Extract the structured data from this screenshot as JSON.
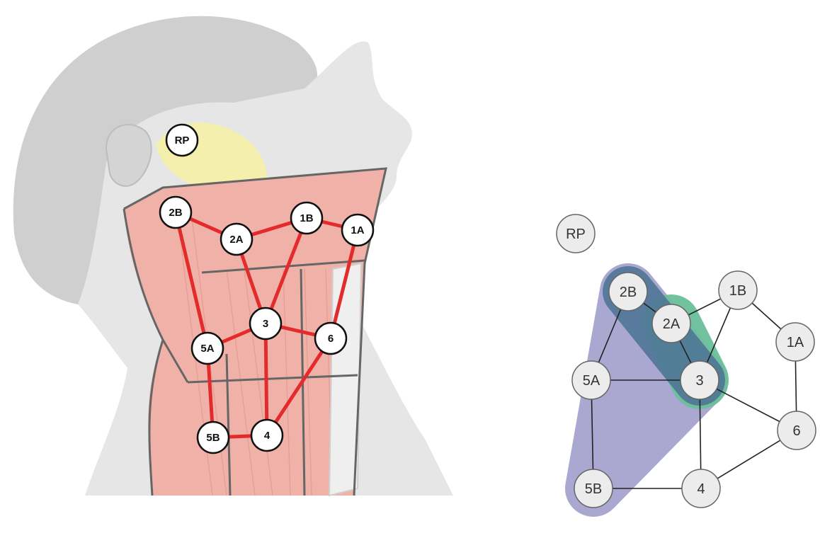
{
  "left_panel": {
    "colors": {
      "edge": "#e32b2b",
      "node_fill": "#ffffff",
      "node_stroke": "#111111",
      "skin": "#dcdcdc",
      "muscle": "#f0b2a8",
      "gland": "#f6f0a6"
    },
    "nodes": [
      {
        "id": "RP",
        "label": "RP"
      },
      {
        "id": "2B",
        "label": "2B"
      },
      {
        "id": "2A",
        "label": "2A"
      },
      {
        "id": "1B",
        "label": "1B"
      },
      {
        "id": "1A",
        "label": "1A"
      },
      {
        "id": "3",
        "label": "3"
      },
      {
        "id": "5A",
        "label": "5A"
      },
      {
        "id": "6",
        "label": "6"
      },
      {
        "id": "5B",
        "label": "5B"
      },
      {
        "id": "4",
        "label": "4"
      }
    ],
    "edges": [
      [
        "2B",
        "2A"
      ],
      [
        "2A",
        "1B"
      ],
      [
        "1B",
        "1A"
      ],
      [
        "2B",
        "5A"
      ],
      [
        "2A",
        "3"
      ],
      [
        "1B",
        "3"
      ],
      [
        "1A",
        "6"
      ],
      [
        "5A",
        "3"
      ],
      [
        "3",
        "6"
      ],
      [
        "3",
        "4"
      ],
      [
        "5A",
        "5B"
      ],
      [
        "5B",
        "4"
      ],
      [
        "4",
        "6"
      ]
    ]
  },
  "right_panel": {
    "colors": {
      "edge": "#222222",
      "node_fill": "#ececec",
      "node_stroke": "#666666",
      "group_purple": "#9c98c9",
      "group_blue": "#4f7597",
      "group_green": "#6bbf9a"
    },
    "nodes": [
      {
        "id": "RP",
        "label": "RP"
      },
      {
        "id": "2B",
        "label": "2B"
      },
      {
        "id": "2A",
        "label": "2A"
      },
      {
        "id": "1B",
        "label": "1B"
      },
      {
        "id": "1A",
        "label": "1A"
      },
      {
        "id": "5A",
        "label": "5A"
      },
      {
        "id": "3",
        "label": "3"
      },
      {
        "id": "6",
        "label": "6"
      },
      {
        "id": "5B",
        "label": "5B"
      },
      {
        "id": "4",
        "label": "4"
      }
    ],
    "edges": [
      [
        "2B",
        "2A"
      ],
      [
        "2A",
        "1B"
      ],
      [
        "1B",
        "1A"
      ],
      [
        "2B",
        "5A"
      ],
      [
        "2A",
        "3"
      ],
      [
        "1B",
        "3"
      ],
      [
        "1A",
        "6"
      ],
      [
        "5A",
        "3"
      ],
      [
        "3",
        "6"
      ],
      [
        "3",
        "4"
      ],
      [
        "5A",
        "5B"
      ],
      [
        "5B",
        "4"
      ],
      [
        "4",
        "6"
      ]
    ],
    "groups": [
      {
        "id": "purple",
        "members": [
          "2B",
          "5A",
          "5B",
          "2A",
          "3"
        ]
      },
      {
        "id": "blue",
        "members": [
          "2B",
          "2A",
          "3"
        ]
      },
      {
        "id": "green",
        "members": [
          "2A",
          "3"
        ]
      }
    ]
  }
}
